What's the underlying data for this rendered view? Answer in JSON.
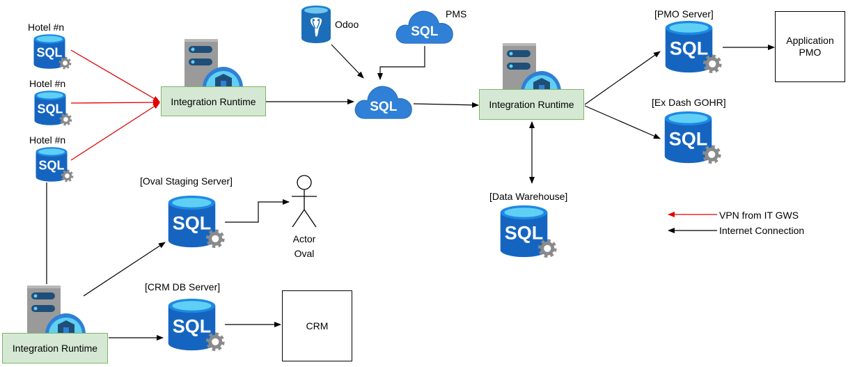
{
  "hotels": [
    {
      "label": "Hotel #n"
    },
    {
      "label": "Hotel #n"
    },
    {
      "label": "Hotel #n"
    }
  ],
  "db_text": "SQL",
  "integration_runtime": {
    "top_left": "Integration Runtime",
    "top_right": "Integration Runtime",
    "bottom_left": "Integration Runtime"
  },
  "sources": {
    "odoo": "Odoo",
    "pms": "PMS"
  },
  "servers": {
    "pmo": "[PMO Server]",
    "ex_dash": "[Ex Dash GOHR]",
    "data_warehouse": "[Data Warehouse]",
    "oval_staging": "[Oval Staging Server]",
    "crm_db": "[CRM DB Server]"
  },
  "actor": {
    "line1": "Actor",
    "line2": "Oval"
  },
  "apps": {
    "pmo_line1": "Application",
    "pmo_line2": "PMO",
    "crm": "CRM"
  },
  "legend": {
    "vpn": "VPN from IT GWS",
    "internet": "Internet Connection",
    "vpn_color": "#e00000",
    "internet_color": "#000000"
  }
}
